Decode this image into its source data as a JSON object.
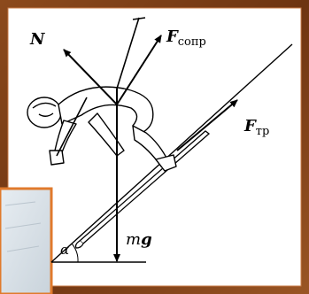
{
  "labels": {
    "normal_force": "N",
    "drag_force": {
      "main": "F",
      "sub": "сопр"
    },
    "friction_force": {
      "main": "F",
      "sub": "тр"
    },
    "weight": {
      "m": "m",
      "g": "g"
    },
    "angle": "α"
  },
  "colors": {
    "frame_outer": "#7a3e16",
    "frame_inner": "#b8612a",
    "ink": "#000000",
    "paper": "#ffffff",
    "overlay_border": "#e07a2c",
    "overlay_fill": "#dfe6ec"
  }
}
